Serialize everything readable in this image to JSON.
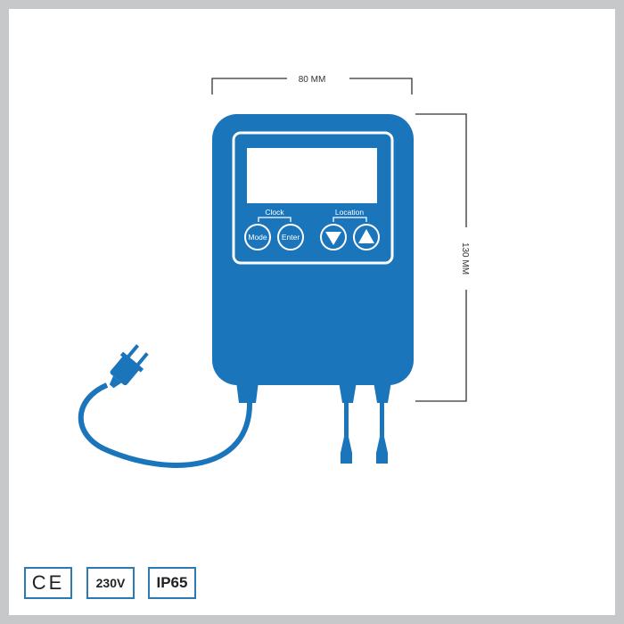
{
  "dimensions": {
    "width_label": "80 MM",
    "height_label": "130 MM"
  },
  "device": {
    "color": "#1a75bb",
    "clock_label": "Clock",
    "location_label": "Location",
    "mode_button": "Mode",
    "enter_button": "Enter",
    "down_button_icon": "triangle-down-icon",
    "up_button_icon": "triangle-up-icon"
  },
  "badges": {
    "ce": "CE",
    "voltage": "230V",
    "ip_rating": "IP65"
  }
}
